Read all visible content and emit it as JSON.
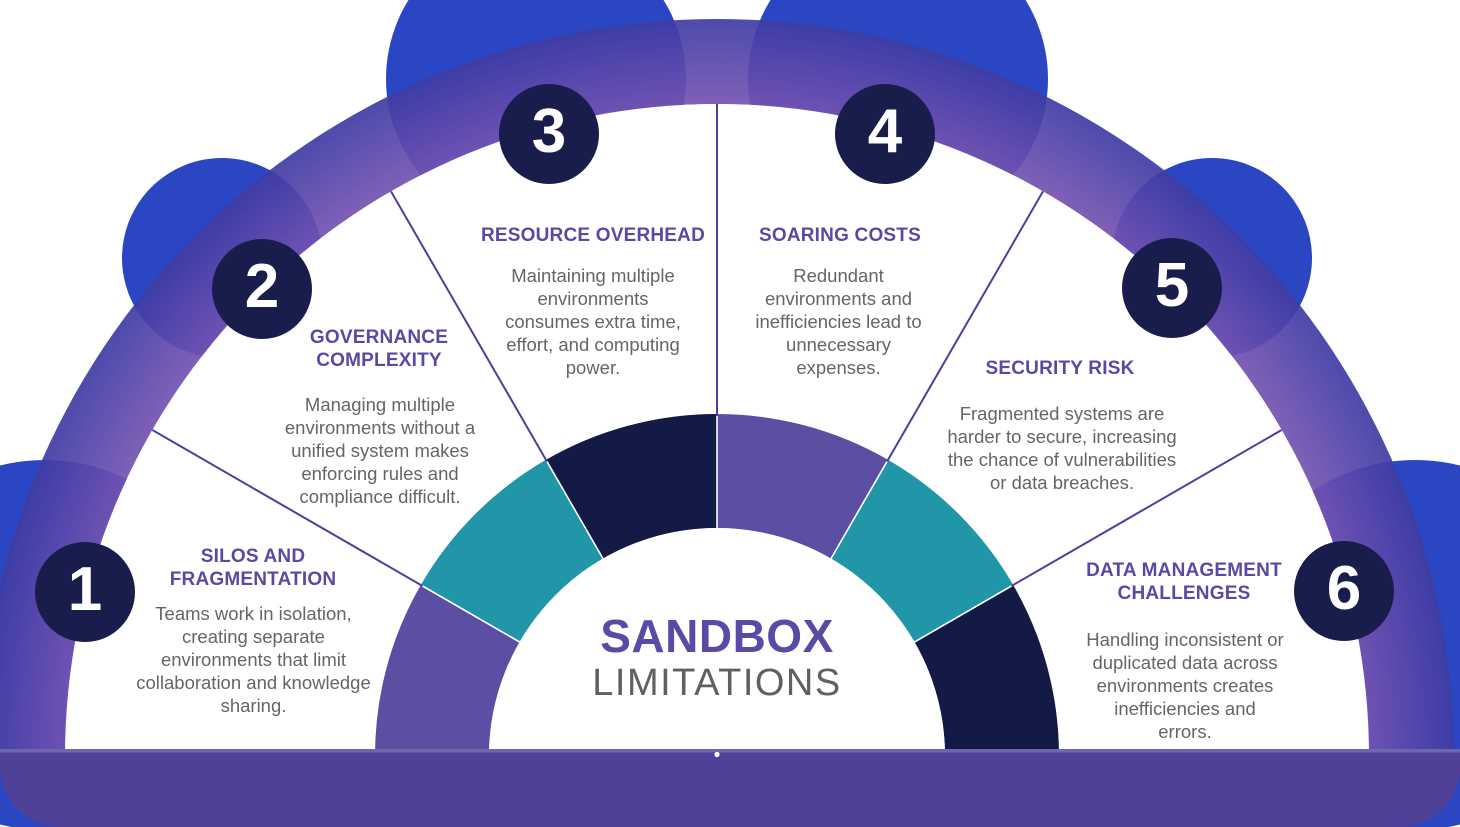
{
  "title": {
    "primary": "SANDBOX",
    "secondary": "LIMITATIONS"
  },
  "segments": [
    {
      "number": "1",
      "heading": "SILOS AND FRAGMENTATION",
      "body": "Teams work in isolation, creating separate environments that limit collaboration and knowledge sharing."
    },
    {
      "number": "2",
      "heading": "GOVERNANCE COMPLEXITY",
      "body": "Managing multiple environments without a unified system makes enforcing rules and compliance difficult."
    },
    {
      "number": "3",
      "heading": "RESOURCE OVERHEAD",
      "body": "Maintaining multiple environments consumes extra time, effort, and computing power."
    },
    {
      "number": "4",
      "heading": "SOARING COSTS",
      "body": "Redundant environments and inefficiencies lead to unnecessary expenses."
    },
    {
      "number": "5",
      "heading": "SECURITY RISK",
      "body": "Fragmented systems are harder to secure, increasing the chance of vulnerabilities or data breaches."
    },
    {
      "number": "6",
      "heading": "DATA MANAGEMENT CHALLENGES",
      "body": "Handling inconsistent or duplicated data across environments creates inefficiencies and errors."
    }
  ],
  "colors": {
    "heading_purple": "#5a49a4",
    "body_gray": "#636569",
    "title_primary": "#5b4aa5",
    "title_secondary": "#5f6062",
    "badge_navy": "#191d4c",
    "badge_text": "#ffffff",
    "bump_blue": "#2b46c2",
    "band_inner": "#7b55b2",
    "band_outer": "#3e3ca4",
    "ring_purple": "#5b4ea3",
    "ring_teal": "#2196a8",
    "ring_navy": "#131a45",
    "ring_separator": "#ffffff",
    "divider": "#4b3f9e",
    "fan_white": "#ffffff",
    "dome_white": "#ffffff",
    "bar_main": "#4f4197",
    "bar_top_stripe": "#6e67b0",
    "dot_white": "#ffffff"
  }
}
